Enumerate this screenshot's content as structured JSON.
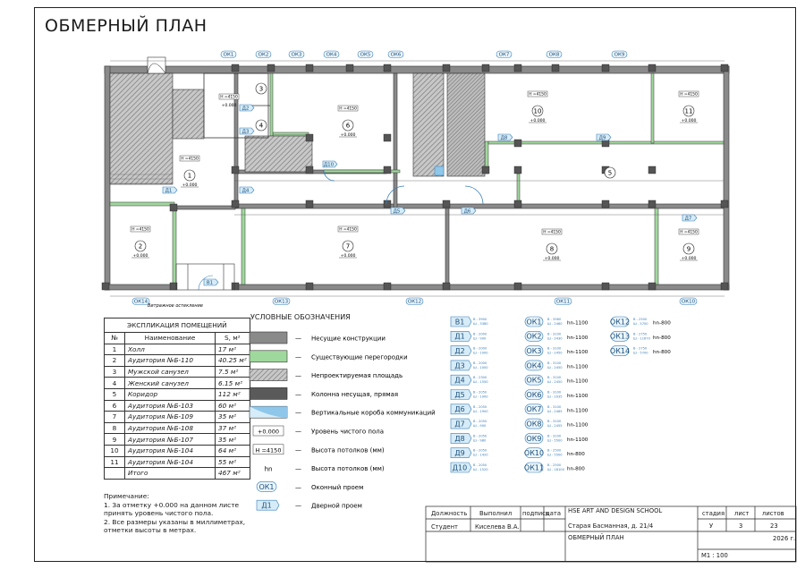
{
  "sheet_title": "ОБМЕРНЫЙ ПЛАН",
  "window_tags_top": [
    "ОК1",
    "ОК2",
    "ОК3",
    "ОК4",
    "ОК5",
    "ОК6",
    "ОК7",
    "ОК8",
    "ОК9"
  ],
  "window_tags_bottom": [
    "ОК14",
    "ОК13",
    "ОК12",
    "ОК11",
    "ОК10"
  ],
  "door_tags": [
    "Д1",
    "Д2",
    "Д3",
    "Д4",
    "Д5",
    "Д6",
    "Д7",
    "Д8",
    "Д9",
    "Д10",
    "В1"
  ],
  "rooms": [
    {
      "num": "1",
      "height": "H =4150",
      "level": "+0.000"
    },
    {
      "num": "2",
      "height": "H =4150",
      "level": "+0.000"
    },
    {
      "num": "3",
      "height": "",
      "level": ""
    },
    {
      "num": "4",
      "height": "",
      "level": ""
    },
    {
      "num": "5",
      "height": "",
      "level": ""
    },
    {
      "num": "6",
      "height": "H =4150",
      "level": "+0.000"
    },
    {
      "num": "7",
      "height": "H =4150",
      "level": "+0.000"
    },
    {
      "num": "8",
      "height": "H =4150",
      "level": "+0.000"
    },
    {
      "num": "9",
      "height": "H =4150",
      "level": "+0.000"
    },
    {
      "num": "10",
      "height": "H =4150",
      "level": "+0.000"
    },
    {
      "num": "11",
      "height": "H =4150",
      "level": "+0.000"
    }
  ],
  "room_small_level": {
    "height": "H =4150",
    "level": "+0.000"
  },
  "outside_note": "Витражное остекление",
  "explication": {
    "caption": "ЭКСПЛИКАЦИЯ ПОМЕЩЕНИЙ",
    "headers": [
      "№",
      "Наименование",
      "S, м²"
    ],
    "rows": [
      [
        "1",
        "Холл",
        "17 м²"
      ],
      [
        "2",
        "Аудитория №Б-110",
        "40.25 м²"
      ],
      [
        "3",
        "Мужской санузел",
        "7.5 м²"
      ],
      [
        "4",
        "Женский санузел",
        "6.15 м²"
      ],
      [
        "5",
        "Коридор",
        "112 м²"
      ],
      [
        "6",
        "Аудитория №Б-103",
        "60 м²"
      ],
      [
        "7",
        "Аудитория №Б-109",
        "35 м²"
      ],
      [
        "8",
        "Аудитория №Б-108",
        "37 м²"
      ],
      [
        "9",
        "Аудитория №Б-107",
        "35 м²"
      ],
      [
        "10",
        "Аудитория №Б-104",
        "64 м²"
      ],
      [
        "11",
        "Аудитория №Б-104",
        "55 м²"
      ]
    ],
    "total_label": "Итого",
    "total_value": "467 м²"
  },
  "notes": {
    "title": "Примечание:",
    "line1": "1. За отметку +0.000 на данном листе",
    "line2": "принять уровень чистого пола.",
    "line3": "2. Все размеры указаны в миллиметрах,",
    "line4": "отметки высоты в метрах."
  },
  "legend": {
    "title": "УСЛОВНЫЕ ОБОЗНАЧЕНИЯ",
    "items": [
      {
        "label": "Несущие конструкции",
        "sym": "—"
      },
      {
        "label": "Существующие перегородки",
        "sym": "—"
      },
      {
        "label": "Непроектируемая площадь",
        "sym": "—"
      },
      {
        "label": "Колонна несущая, прямая",
        "sym": "—"
      },
      {
        "label": "Вертикальные короба коммуникаций",
        "sym": "—"
      },
      {
        "label": "Уровень чистого пола",
        "sym": "—",
        "tag": "+0.000"
      },
      {
        "label": "Высота потолков (мм)",
        "sym": "—",
        "tag": "H =4150"
      },
      {
        "label": "Высота потолков (мм)",
        "sym": "—",
        "tag": "hn"
      },
      {
        "label": "Оконный проем",
        "sym": "—",
        "tag": "ОК1"
      },
      {
        "label": "Дверной проем",
        "sym": "—",
        "tag": "Д1"
      }
    ]
  },
  "doors_spec": [
    {
      "tag": "В1",
      "h": "В - 3900",
      "w": "Ш - 3380"
    },
    {
      "tag": "Д1",
      "h": "В - 2000",
      "w": "Ш - 900"
    },
    {
      "tag": "Д2",
      "h": "В - 2000",
      "w": "Ш - 1000"
    },
    {
      "tag": "Д3",
      "h": "В - 2000",
      "w": "Ш - 1000"
    },
    {
      "tag": "Д4",
      "h": "В - 2300",
      "w": "Ш - 1550"
    },
    {
      "tag": "Д5",
      "h": "В - 2050",
      "w": "Ш - 1900"
    },
    {
      "tag": "Д6",
      "h": "В - 2050",
      "w": "Ш - 1900"
    },
    {
      "tag": "Д7",
      "h": "В - 2050",
      "w": "Ш - 900"
    },
    {
      "tag": "Д8",
      "h": "В - 2050",
      "w": "Ш - 980"
    },
    {
      "tag": "Д9",
      "h": "В - 2050",
      "w": "Ш - 1420"
    },
    {
      "tag": "Д10",
      "h": "В - 2050",
      "w": "Ш - 1520"
    }
  ],
  "windows_spec_a": [
    {
      "tag": "ОК1",
      "h": "В - 3560",
      "w": "Ш - 2460",
      "hn": "hn-1100"
    },
    {
      "tag": "ОК2",
      "h": "В - 3100",
      "w": "Ш - 2430",
      "hn": "hn-1100"
    },
    {
      "tag": "ОК3",
      "h": "В - 3100",
      "w": "Ш - 2450",
      "hn": "hn-1100"
    },
    {
      "tag": "ОК4",
      "h": "В - 3100",
      "w": "Ш - 2450",
      "hn": "hn-1100"
    },
    {
      "tag": "ОК5",
      "h": "В - 3100",
      "w": "Ш - 2450",
      "hn": "hn-1100"
    },
    {
      "tag": "ОК6",
      "h": "В - 3100",
      "w": "Ш - 2035",
      "hn": "hn-1100"
    },
    {
      "tag": "ОК7",
      "h": "В - 3100",
      "w": "Ш - 2465",
      "hn": "hn-1100"
    },
    {
      "tag": "ОК8",
      "h": "В - 3100",
      "w": "Ш - 2455",
      "hn": "hn-1100"
    },
    {
      "tag": "ОК9",
      "h": "В - 3100",
      "w": "Ш - 5500",
      "hn": "hn-1100"
    },
    {
      "tag": "ОК10",
      "h": "В - 2500",
      "w": "Ш - 5500",
      "hn": "hn-800"
    },
    {
      "tag": "ОК11",
      "h": "В - 2500",
      "w": "Ш - 18100",
      "hn": "hn-800"
    }
  ],
  "windows_spec_b": [
    {
      "tag": "ОК12",
      "h": "В - 2500",
      "w": "Ш - 5700",
      "hn": "hn-800"
    },
    {
      "tag": "ОК13",
      "h": "В - 2750",
      "w": "Ш - 11670",
      "hn": "hn-800"
    },
    {
      "tag": "ОК14",
      "h": "В - 2750",
      "w": "Ш - 5700",
      "hn": "hn-800"
    }
  ],
  "stamp": {
    "col_role": "Должность",
    "col_done": "Выполнил",
    "col_sign": "подпись",
    "col_date": "дата",
    "school": "HSE ART AND DESIGN SCHOOL",
    "address": "Старая Басманная, д. 21/4",
    "sheet_name": "ОБМЕРНЫЙ ПЛАН",
    "role": "Студент",
    "author": "Киселева В.А.",
    "stage_label": "стадия",
    "sheet_label": "лист",
    "sheets_label": "листов",
    "stage": "У",
    "sheet": "3",
    "sheets": "23",
    "year": "2026 г.",
    "scale": "М1 : 100"
  },
  "colors": {
    "wall": "#8a8a8a",
    "wall_dark": "#5a5a5a",
    "partition": "#9fd89c",
    "hatch": "#b8b8b8",
    "tag_stroke": "#3a7fb8",
    "tag_fill": "#d6ecf8",
    "dim": "#4a4a4a"
  }
}
